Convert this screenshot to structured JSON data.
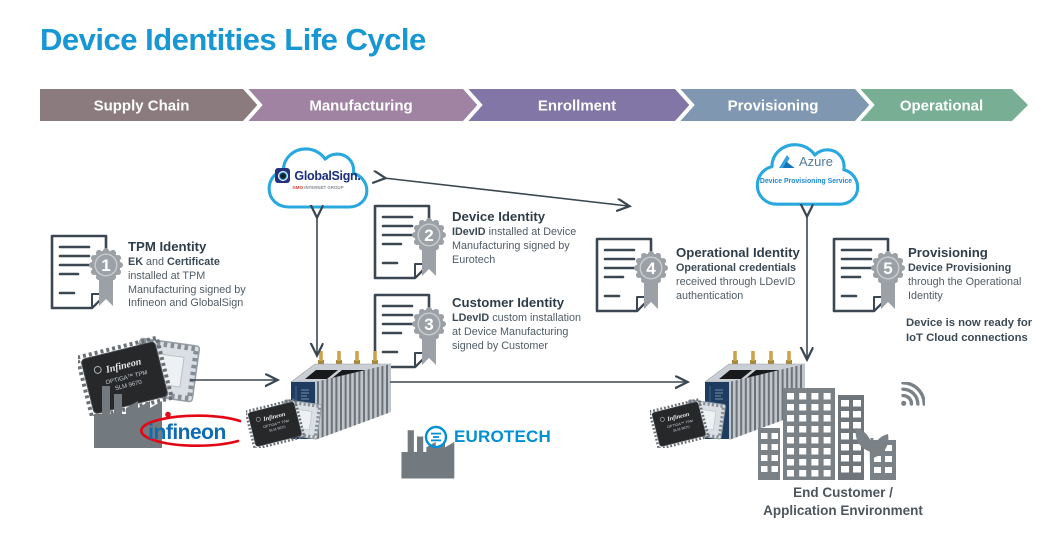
{
  "title": "Device Identities Life Cycle",
  "banner": {
    "stages": [
      {
        "label": "Supply Chain",
        "color": "#8b7a7e"
      },
      {
        "label": "Manufacturing",
        "color": "#a083a3"
      },
      {
        "label": "Enrollment",
        "color": "#8176a5"
      },
      {
        "label": "Provisioning",
        "color": "#8097b1"
      },
      {
        "label": "Operational",
        "color": "#77ae94"
      }
    ]
  },
  "clouds": {
    "globalsign": {
      "name": "GlobalSign.",
      "group": "GMO INTERNET GROUP"
    },
    "azure": {
      "name": "Azure",
      "service": "Device Provisioning Service"
    }
  },
  "documents": [
    {
      "number": "1",
      "title": "TPM Identity",
      "segments": [
        {
          "t": "EK",
          "b": 1
        },
        {
          "t": " and ",
          "b": 0
        },
        {
          "t": "Certificate",
          "b": 1
        },
        {
          "t": " installed at TPM Manufacturing signed by Infineon and GlobalSign",
          "b": 0
        }
      ]
    },
    {
      "number": "2",
      "title": "Device Identity",
      "segments": [
        {
          "t": "IDevID",
          "b": 1
        },
        {
          "t": " installed at Device Manufacturing signed by Eurotech",
          "b": 0
        }
      ]
    },
    {
      "number": "3",
      "title": "Customer Identity",
      "segments": [
        {
          "t": "LDevID",
          "b": 1
        },
        {
          "t": " custom installation at Device Manufacturing signed by Customer",
          "b": 0
        }
      ]
    },
    {
      "number": "4",
      "title": "Operational Identity",
      "segments": [
        {
          "t": "Operational credentials",
          "b": 1
        },
        {
          "t": " received through LDevID authentication",
          "b": 0
        }
      ]
    },
    {
      "number": "5",
      "title": "Provisioning",
      "segments": [
        {
          "t": "Device Provisioning",
          "b": 1
        },
        {
          "t": " through the Operational Identity",
          "b": 0
        }
      ]
    }
  ],
  "ready_note": "Device is now ready for IoT Cloud connections",
  "chip": {
    "brand": "Infineon",
    "product": "OPTIGA™ TPM",
    "model": "SLM 9670"
  },
  "logos": {
    "infineon": "infineon",
    "eurotech": "EUROTECH"
  },
  "end_customer": {
    "line1": "End Customer /",
    "line2": "Application Environment"
  },
  "colors": {
    "title_blue": "#1897d5",
    "arrow": "#3a4750",
    "doc_outline": "#3b4854",
    "badge_gray": "#9ba1a6",
    "cloud_stroke": "#29a8e0",
    "globalsign_navy": "#1b2f7e",
    "azure_blue": "#1e88d2",
    "infineon_blue": "#0e6cb5",
    "infineon_red": "#e30613",
    "eurotech_blue": "#0090d3",
    "icon_gray": "#737a7f",
    "device_navy": "#1e3c5f"
  }
}
